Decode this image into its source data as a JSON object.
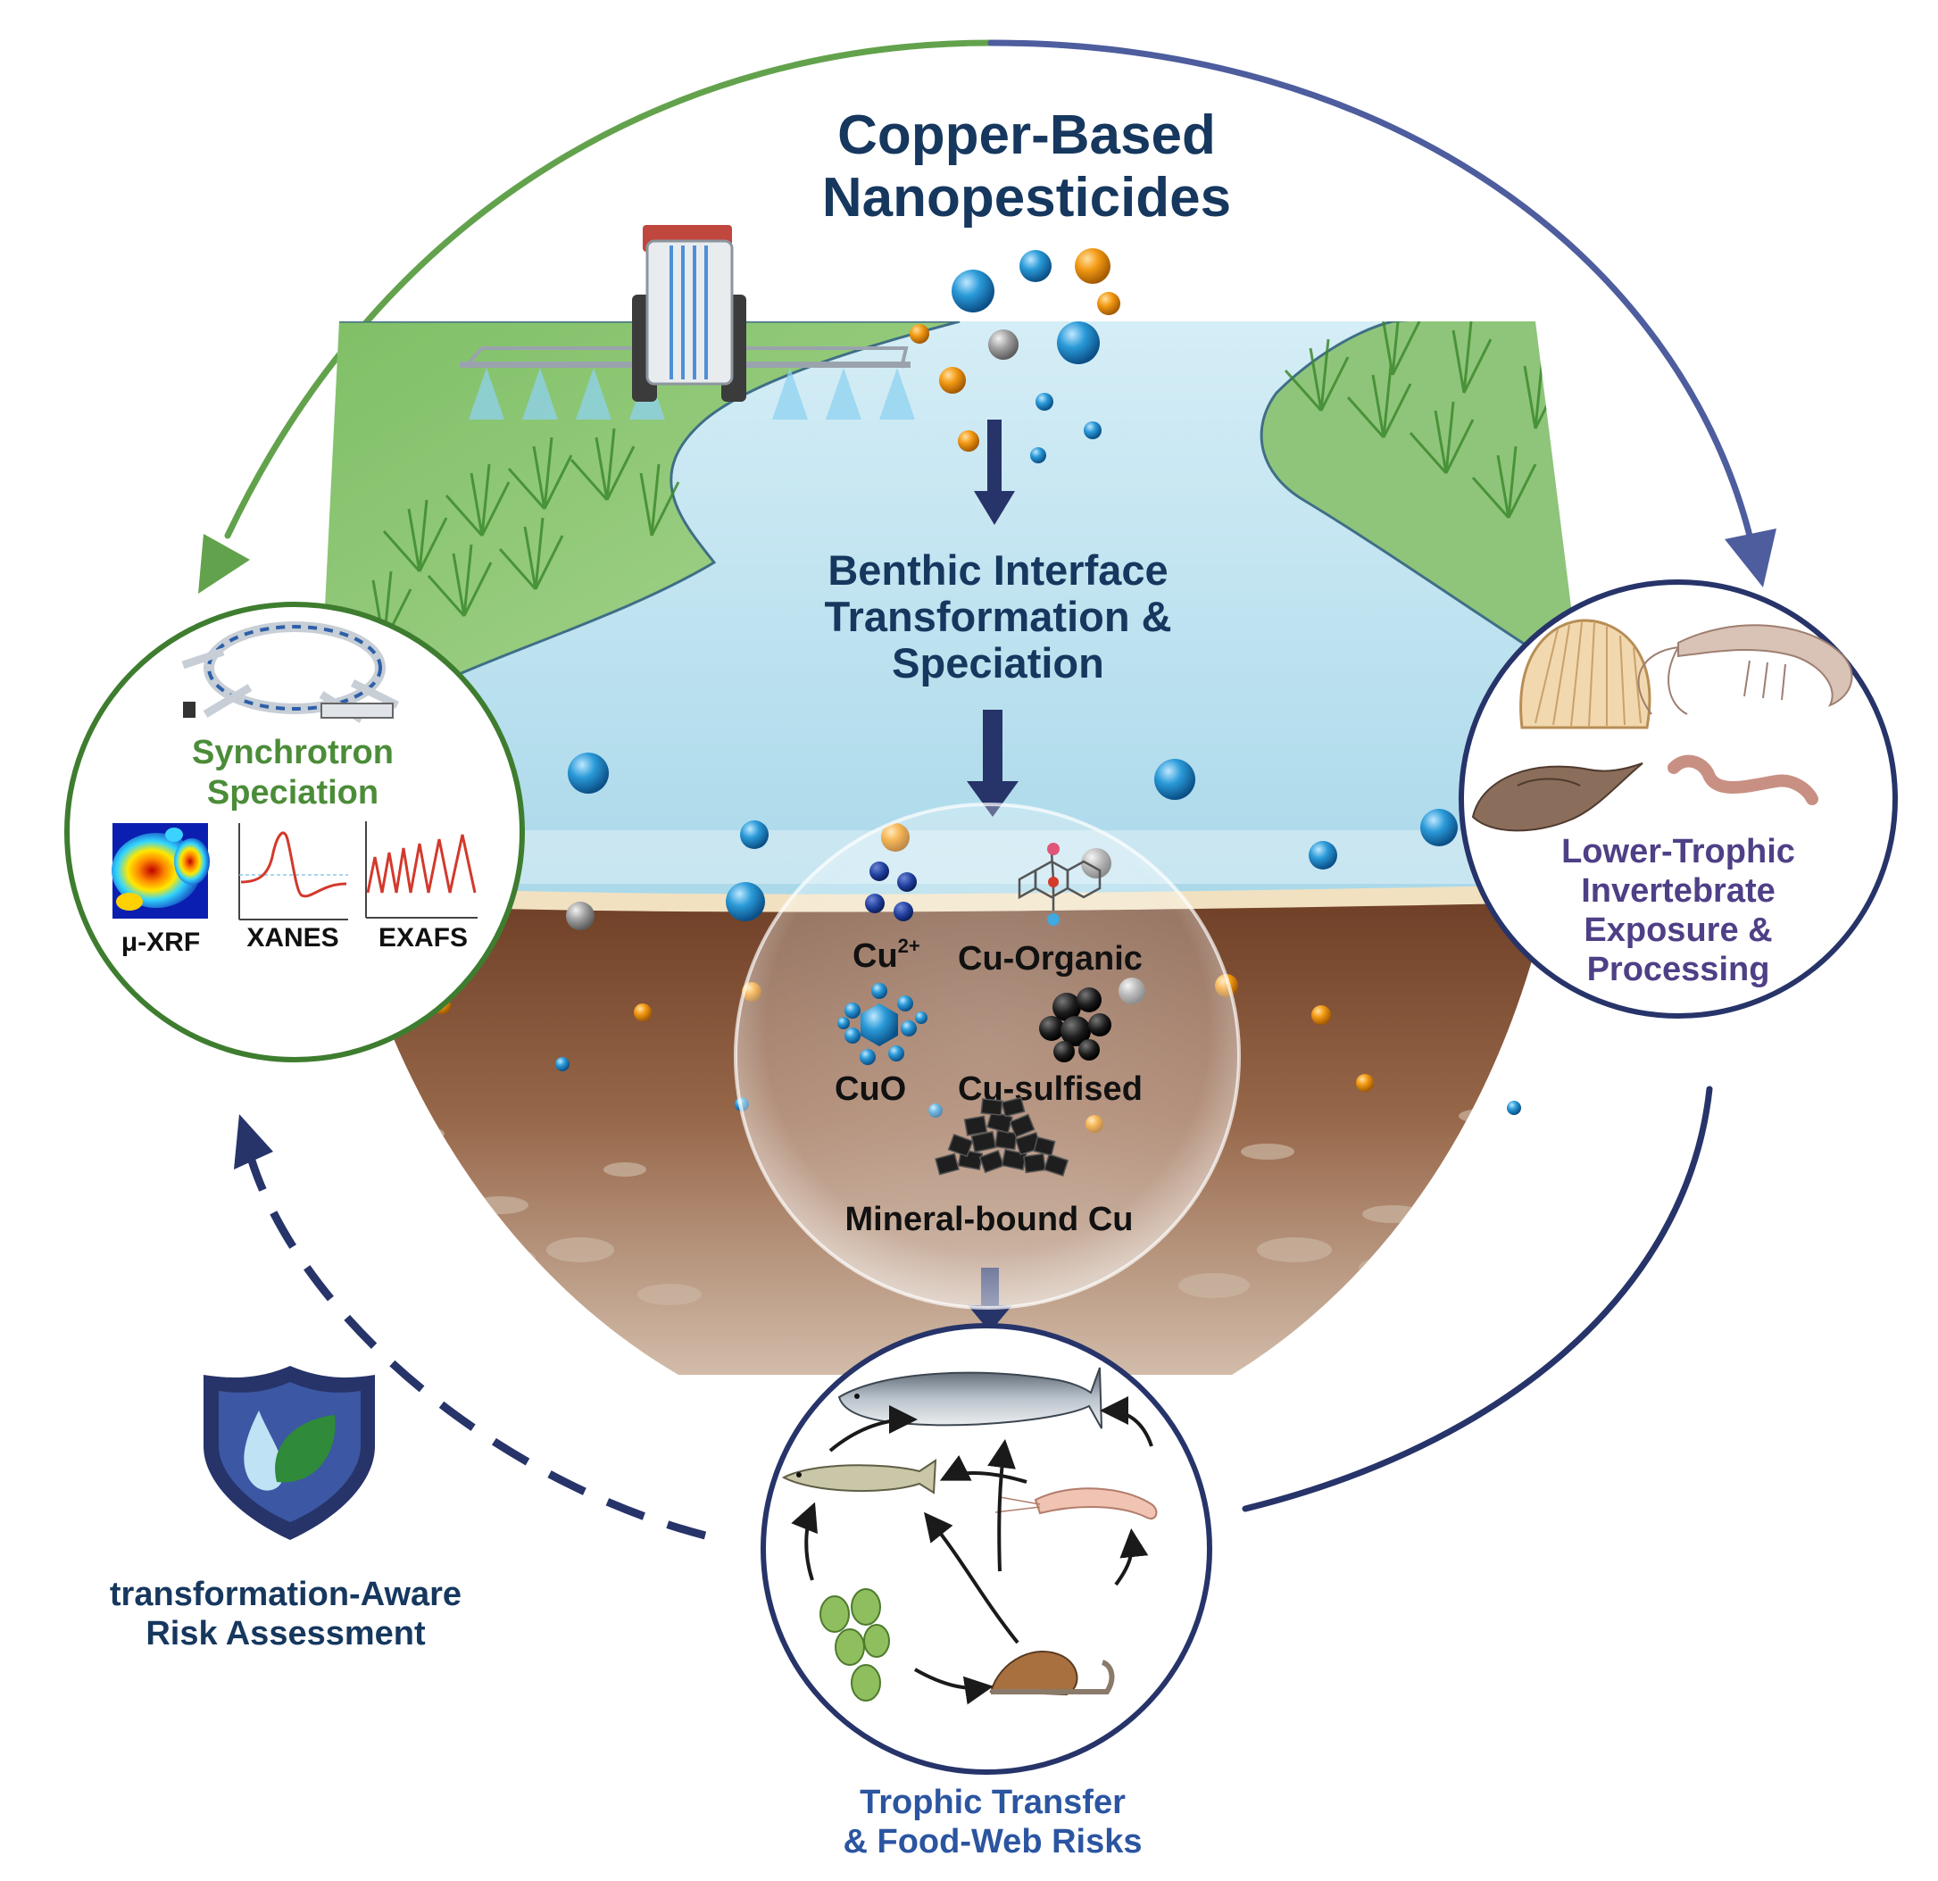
{
  "title": {
    "line1": "Copper-Based",
    "line2": "Nanopesticides"
  },
  "center": {
    "line1": "Benthic Interface",
    "line2": "Transformation &",
    "line3": "Speciation"
  },
  "species": {
    "cu2": "Cu",
    "cu2_sup": "2+",
    "cu_organic": "Cu-Organic",
    "cuo": "CuO",
    "cu_sulfised": "Cu-sulfised",
    "mineral": "Mineral-bound Cu"
  },
  "synchrotron": {
    "line1": "Synchrotron",
    "line2": "Speciation",
    "panels": [
      "μ-XRF",
      "XANES",
      "EXAFS"
    ]
  },
  "invertebrate": {
    "line1": "Lower-Trophic",
    "line2": "Invertebrate",
    "line3": "Exposure &",
    "line4": "Processing"
  },
  "trophic": {
    "line1": "Trophic Transfer",
    "line2": "& Food-Web Risks"
  },
  "risk": {
    "line1": "transformation-Aware",
    "line2": "Risk Assessment"
  },
  "colors": {
    "title_navy": "#16375e",
    "green": "#5b9a46",
    "green_dark": "#3e7d2f",
    "navy": "#27346a",
    "purple": "#4f3f86",
    "blue_arrow": "#4d5d9e",
    "water": "#bfe2ef",
    "sediment": "#8a5a3e",
    "orange": "#f09a17",
    "blue_particle": "#2a8fcc"
  }
}
